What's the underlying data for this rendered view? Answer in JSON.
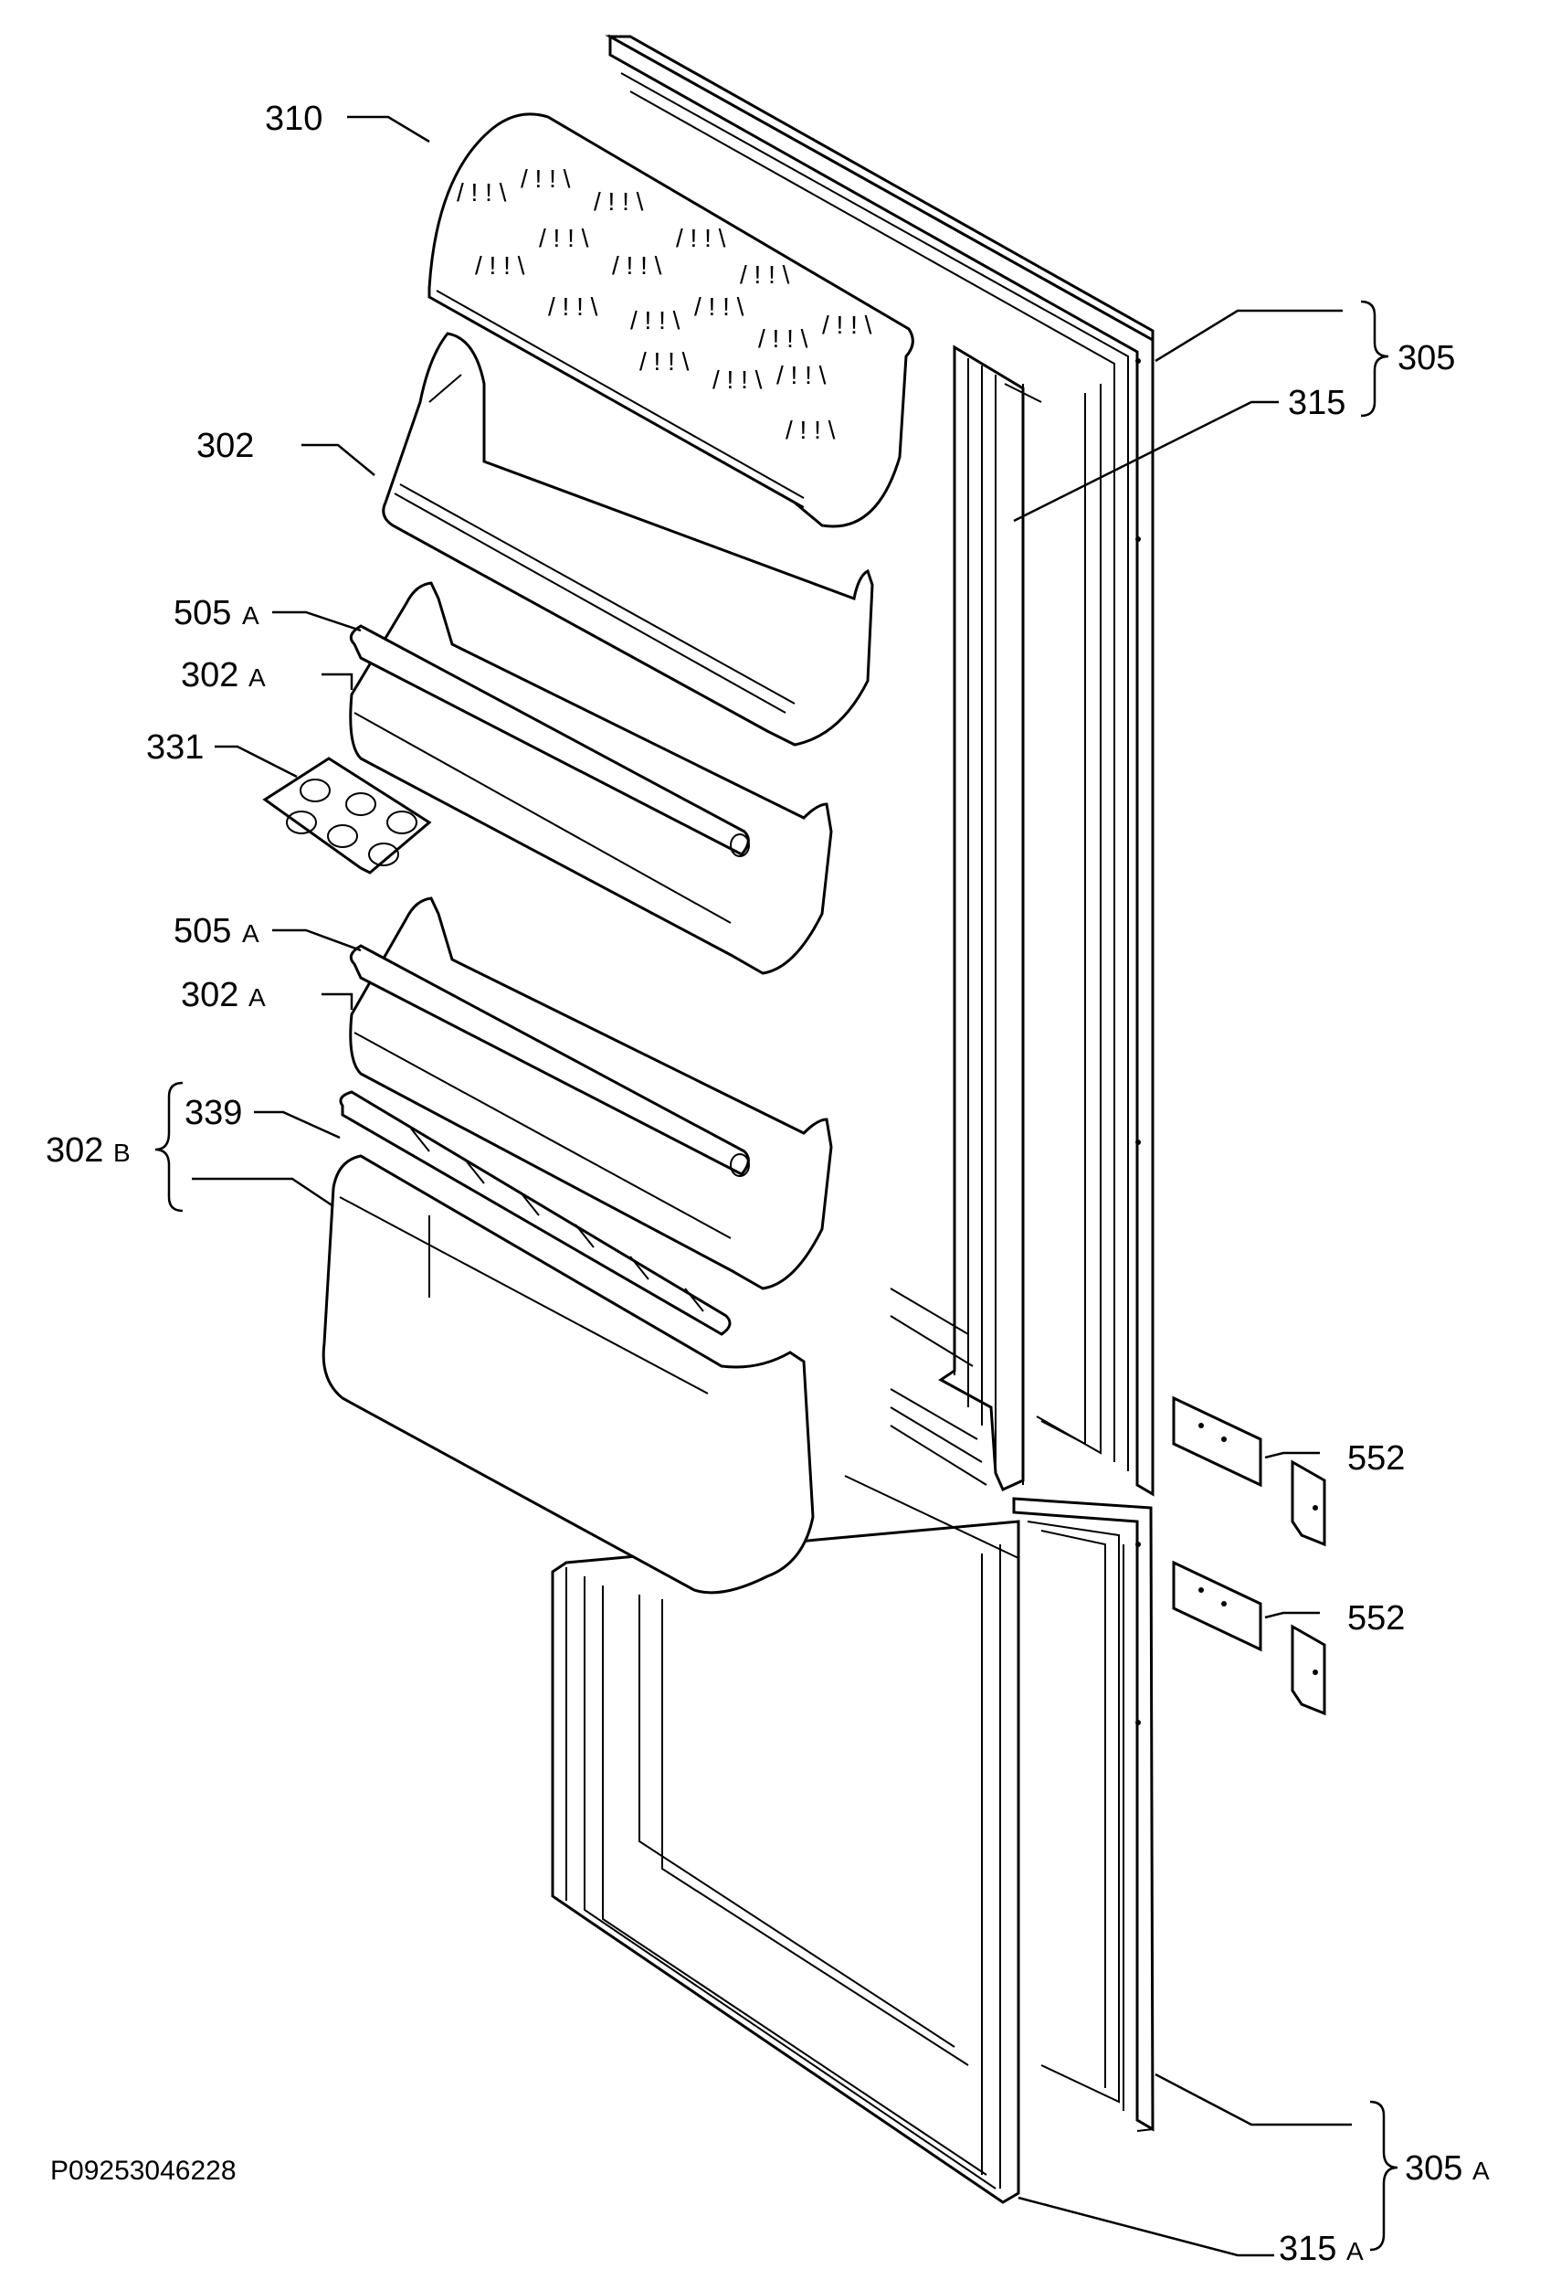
{
  "diagram": {
    "document_code": "P09253046228",
    "labels": {
      "l310": "310",
      "l302": "302",
      "l505a_1": "505",
      "l505a_1_suffix": "A",
      "l302a_1": "302",
      "l302a_1_suffix": "A",
      "l331": "331",
      "l505a_2": "505",
      "l505a_2_suffix": "A",
      "l302a_2": "302",
      "l302a_2_suffix": "A",
      "l302b": "302",
      "l302b_suffix": "B",
      "l339": "339",
      "l305": "305",
      "l315": "315",
      "l552_1": "552",
      "l552_2": "552",
      "l305a": "305",
      "l305a_suffix": "A",
      "l315a": "315",
      "l315a_suffix": "A"
    }
  }
}
